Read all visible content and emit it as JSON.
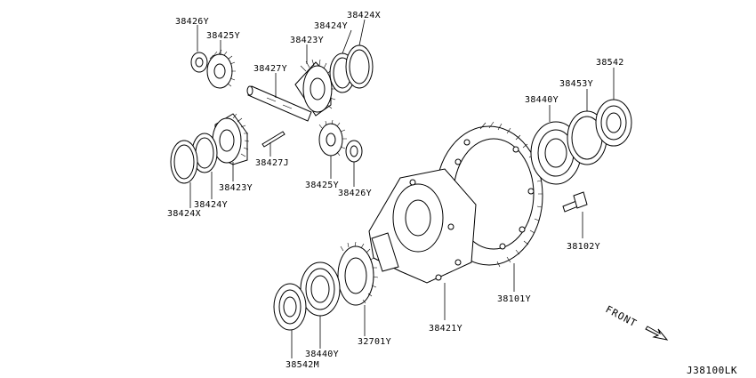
{
  "diagram": {
    "reference_code": "J38100LK",
    "direction_label": "FRONT",
    "callouts": {
      "washer_38426y_top": "38426Y",
      "pinion_38425y_top": "38425Y",
      "gear_38423y_top": "38423Y",
      "washer_38424y_top": "38424Y",
      "washer_38424x_top": "38424X",
      "shaft_38427y": "38427Y",
      "pin_38427j": "38427J",
      "gear_38423y_left": "38423Y",
      "washer_38424y_left": "38424Y",
      "washer_38424x_left": "38424X",
      "pinion_38425y_bottom": "38425Y",
      "washer_38426y_bottom": "38426Y",
      "bearing_38440y_right": "38440Y",
      "shim_38453y": "38453Y",
      "seal_38542": "38542",
      "bolt_38102y": "38102Y",
      "ring_gear_38101y": "38101Y",
      "case_38421y": "38421Y",
      "speedo_gear_32701y": "32701Y",
      "bearing_38440y_left": "38440Y",
      "seal_38542m": "38542M"
    }
  }
}
